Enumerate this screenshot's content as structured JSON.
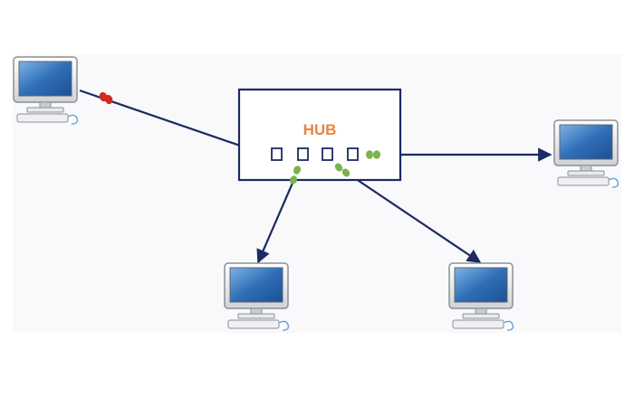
{
  "hub": {
    "label": "HUB",
    "label_color": "#e8853f",
    "box_color": "#1b2a63"
  },
  "colors": {
    "link": "#1b2a63",
    "incoming_packet": "#d12a1f",
    "outgoing_packet": "#79b34a",
    "background_panel": "#f9f8fb",
    "screen": "#2f6fb7"
  },
  "icons": {
    "sender": "desktop-computer-icon",
    "receivers": [
      "desktop-computer-icon",
      "desktop-computer-icon",
      "desktop-computer-icon"
    ]
  },
  "diagram": {
    "description_of_flow": "",
    "hub_ports": 4,
    "incoming_packets_at_sender": 1,
    "outgoing_packets_per_port": 1
  }
}
